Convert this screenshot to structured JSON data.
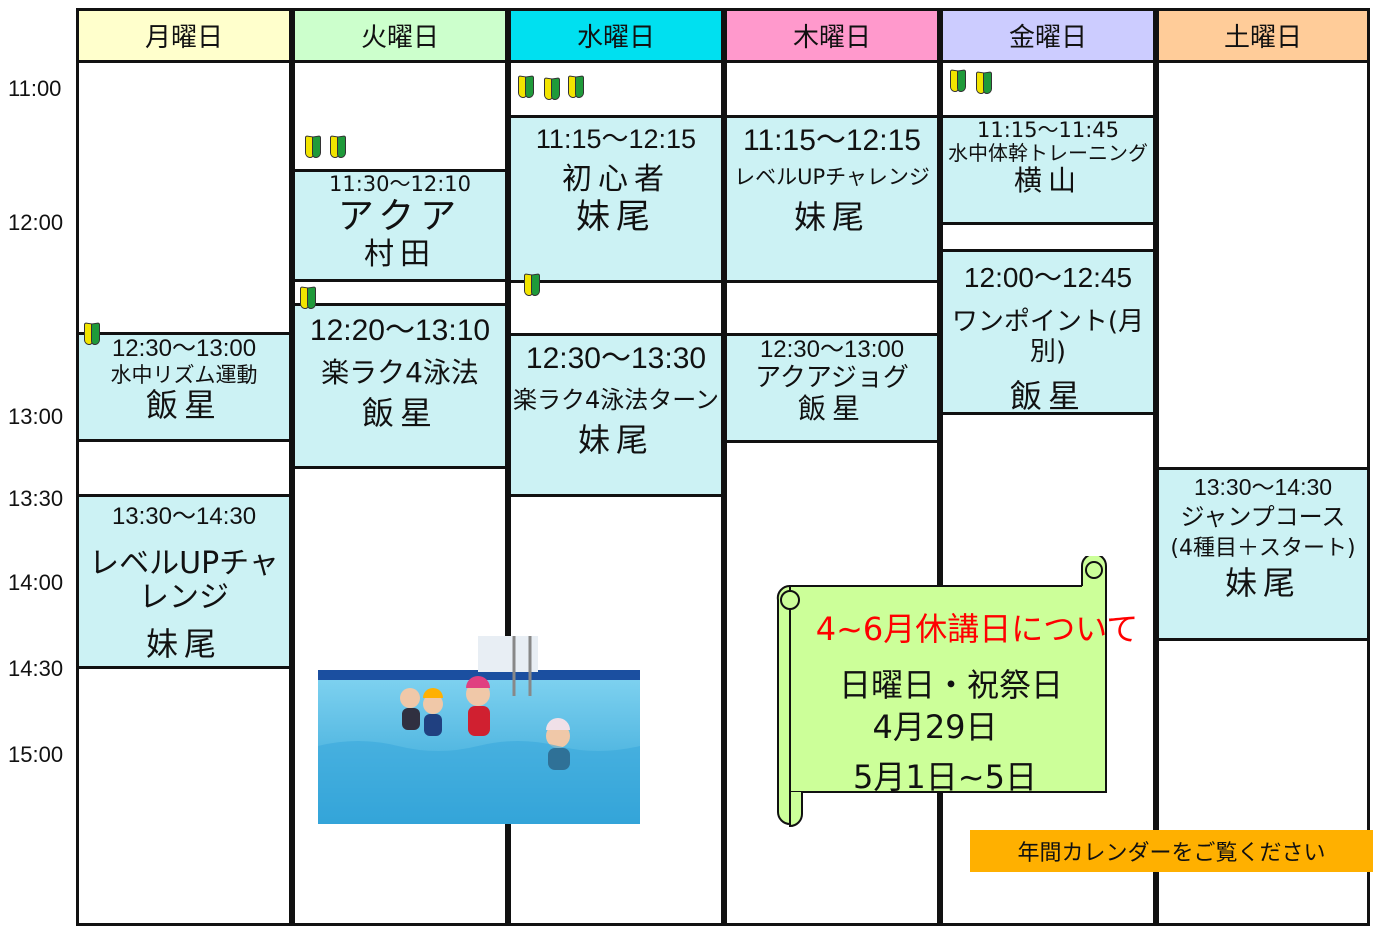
{
  "time_labels": [
    "11:00",
    "12:00",
    "13:00",
    "13:30",
    "14:00",
    "14:30",
    "15:00"
  ],
  "days": [
    {
      "label": "月曜日",
      "color": "#ffffcc"
    },
    {
      "label": "火曜日",
      "color": "#ccffcc"
    },
    {
      "label": "水曜日",
      "color": "#00e0f0"
    },
    {
      "label": "木曜日",
      "color": "#ff99cc"
    },
    {
      "label": "金曜日",
      "color": "#ccccff"
    },
    {
      "label": "土曜日",
      "color": "#ffcc99"
    }
  ],
  "classes": {
    "mon1": {
      "time": "12:30～13:00",
      "name": "水中リズム運動",
      "instructor": "飯星"
    },
    "mon2": {
      "time": "13:30～14:30",
      "name": "レベルUPチャレンジ",
      "instructor": "妹尾"
    },
    "tue1": {
      "time": "11:30～12:10",
      "name": "アクア",
      "instructor": "村田"
    },
    "tue2": {
      "time": "12:20～13:10",
      "name": "楽ラク4泳法",
      "instructor": "飯星"
    },
    "wed1": {
      "time": "11:15～12:15",
      "name": "初心者",
      "instructor": "妹尾"
    },
    "wed2": {
      "time": "12:30～13:30",
      "name": "楽ラク4泳法ターン",
      "instructor": "妹尾"
    },
    "thu1": {
      "time": "11:15～12:15",
      "name": "レベルUPチャレンジ",
      "instructor": "妹尾"
    },
    "thu2": {
      "time": "12:30～13:00",
      "name": "アクアジョグ",
      "instructor": "飯星"
    },
    "fri1": {
      "time": "11:15～11:45",
      "name": "水中体幹トレーニング",
      "instructor": "横山"
    },
    "fri2": {
      "time": "12:00～12:45",
      "name": "ワンポイント(月別)",
      "instructor": "飯星"
    },
    "sat1": {
      "time": "13:30～14:30",
      "name": "ジャンプコース",
      "sub": "(4種目＋スタート)",
      "instructor": "妹尾"
    }
  },
  "notice": {
    "title": "4~6月休講日について",
    "line1": "日曜日・祝祭日",
    "line2": "4月29日",
    "line3": "5月1日~5日",
    "title_color": "#ff0000",
    "bg_color": "#ccff99"
  },
  "calendar_button": "年間カレンダーをご覧ください",
  "icons": {
    "beginner": "beginner-mark-icon",
    "photo": "swimming-class-photo"
  }
}
